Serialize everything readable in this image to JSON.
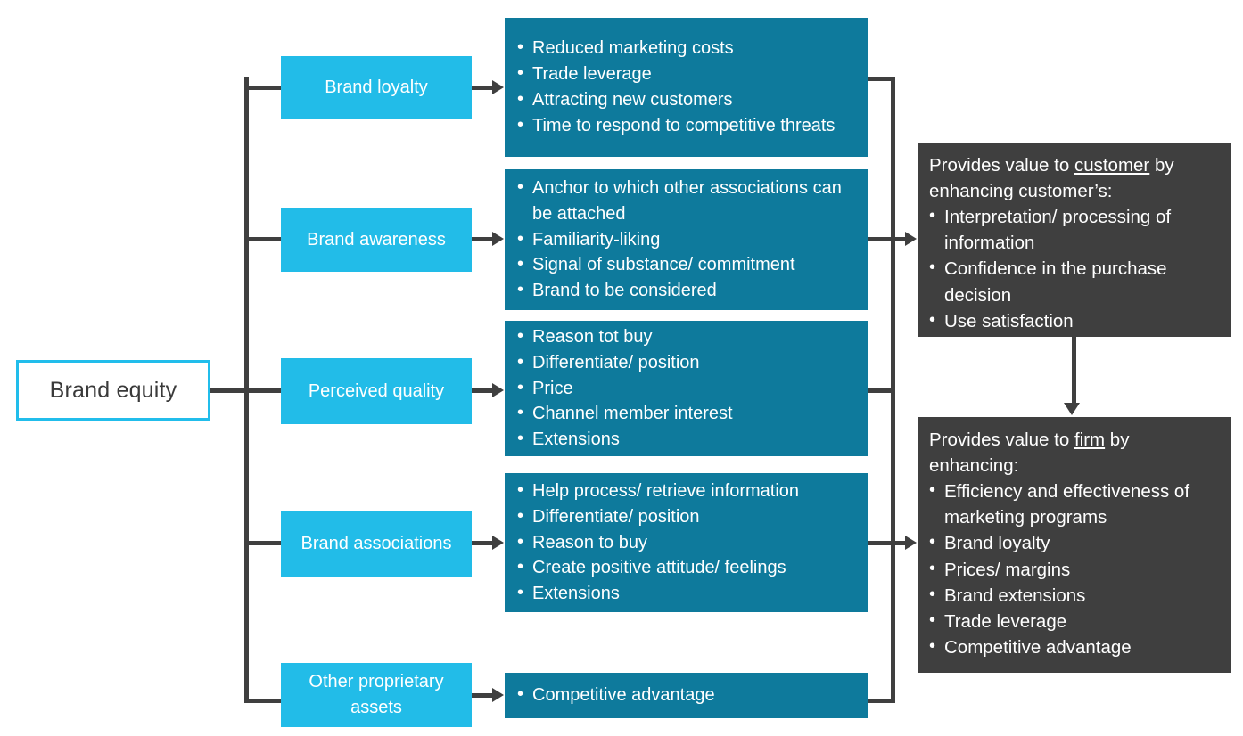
{
  "diagram": {
    "title": "Brand equity value model",
    "colors": {
      "root_border": "#21BDEB",
      "category_fill": "#22BCE8",
      "detail_fill": "#0E7A9C",
      "value_fill": "#3F3F3F",
      "connector": "#3F3F3F",
      "text_on_fill": "#FFFFFF",
      "root_text": "#3A3A3A"
    },
    "root": {
      "label": "Brand equity"
    },
    "categories": [
      {
        "label": "Brand loyalty"
      },
      {
        "label": "Brand awareness"
      },
      {
        "label": "Perceived quality"
      },
      {
        "label": "Brand associations"
      },
      {
        "label": "Other proprietary assets"
      }
    ],
    "details": [
      {
        "for": "Brand loyalty",
        "items": [
          "Reduced marketing costs",
          "Trade leverage",
          "Attracting new customers",
          "Time to respond to competitive threats"
        ]
      },
      {
        "for": "Brand awareness",
        "items": [
          "Anchor to which other associations can be attached",
          "Familiarity-liking",
          "Signal of  substance/ commitment",
          "Brand to be considered"
        ]
      },
      {
        "for": "Perceived quality",
        "items": [
          "Reason tot buy",
          "Differentiate/ position",
          "Price",
          "Channel member interest",
          "Extensions"
        ]
      },
      {
        "for": "Brand associations",
        "items": [
          "Help process/ retrieve information",
          "Differentiate/ position",
          "Reason to buy",
          "Create positive attitude/ feelings",
          "Extensions"
        ]
      },
      {
        "for": "Other proprietary assets",
        "items": [
          "Competitive advantage"
        ]
      }
    ],
    "outcomes": [
      {
        "lead_prefix": "Provides value to ",
        "lead_emphasis": "customer",
        "lead_suffix": " by enhancing customer’s:",
        "items": [
          "Interpretation/ processing of information",
          "Confidence in the purchase decision",
          "Use satisfaction"
        ]
      },
      {
        "lead_prefix": "Provides value to ",
        "lead_emphasis": "firm",
        "lead_suffix": " by enhancing:",
        "items": [
          "Efficiency and effectiveness of marketing programs",
          "Brand loyalty",
          "Prices/  margins",
          "Brand extensions",
          "Trade leverage",
          "Competitive advantage"
        ]
      }
    ]
  }
}
